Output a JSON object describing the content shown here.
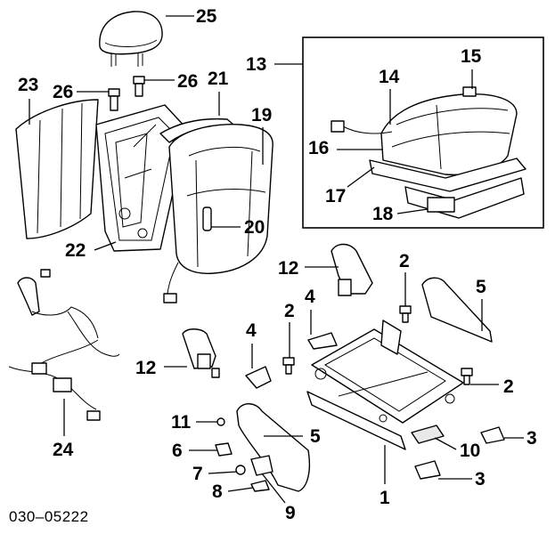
{
  "diagram_ref": "030–05222",
  "callouts": {
    "c1": "1",
    "c2a": "2",
    "c2b": "2",
    "c2c": "2",
    "c3a": "3",
    "c3b": "3",
    "c4a": "4",
    "c4b": "4",
    "c5a": "5",
    "c5b": "5",
    "c6": "6",
    "c7": "7",
    "c8": "8",
    "c9": "9",
    "c10": "10",
    "c11": "11",
    "c12a": "12",
    "c12b": "12",
    "c13": "13",
    "c14": "14",
    "c15": "15",
    "c16": "16",
    "c17": "17",
    "c18": "18",
    "c19": "19",
    "c20": "20",
    "c21": "21",
    "c22": "22",
    "c23": "23",
    "c24": "24",
    "c25": "25",
    "c26a": "26",
    "c26b": "26"
  }
}
